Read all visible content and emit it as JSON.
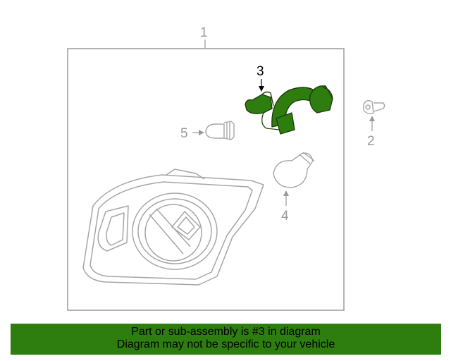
{
  "callouts": {
    "c1": "1",
    "c2": "2",
    "c3": "3",
    "c4": "4",
    "c5": "5"
  },
  "highlight": {
    "part": "3",
    "color": "#2e7d0f"
  },
  "banner": {
    "line1": "Part or sub-assembly is #3 in diagram",
    "line2": "Diagram may not be specific to your vehicle",
    "background": "#2e7d0f"
  }
}
